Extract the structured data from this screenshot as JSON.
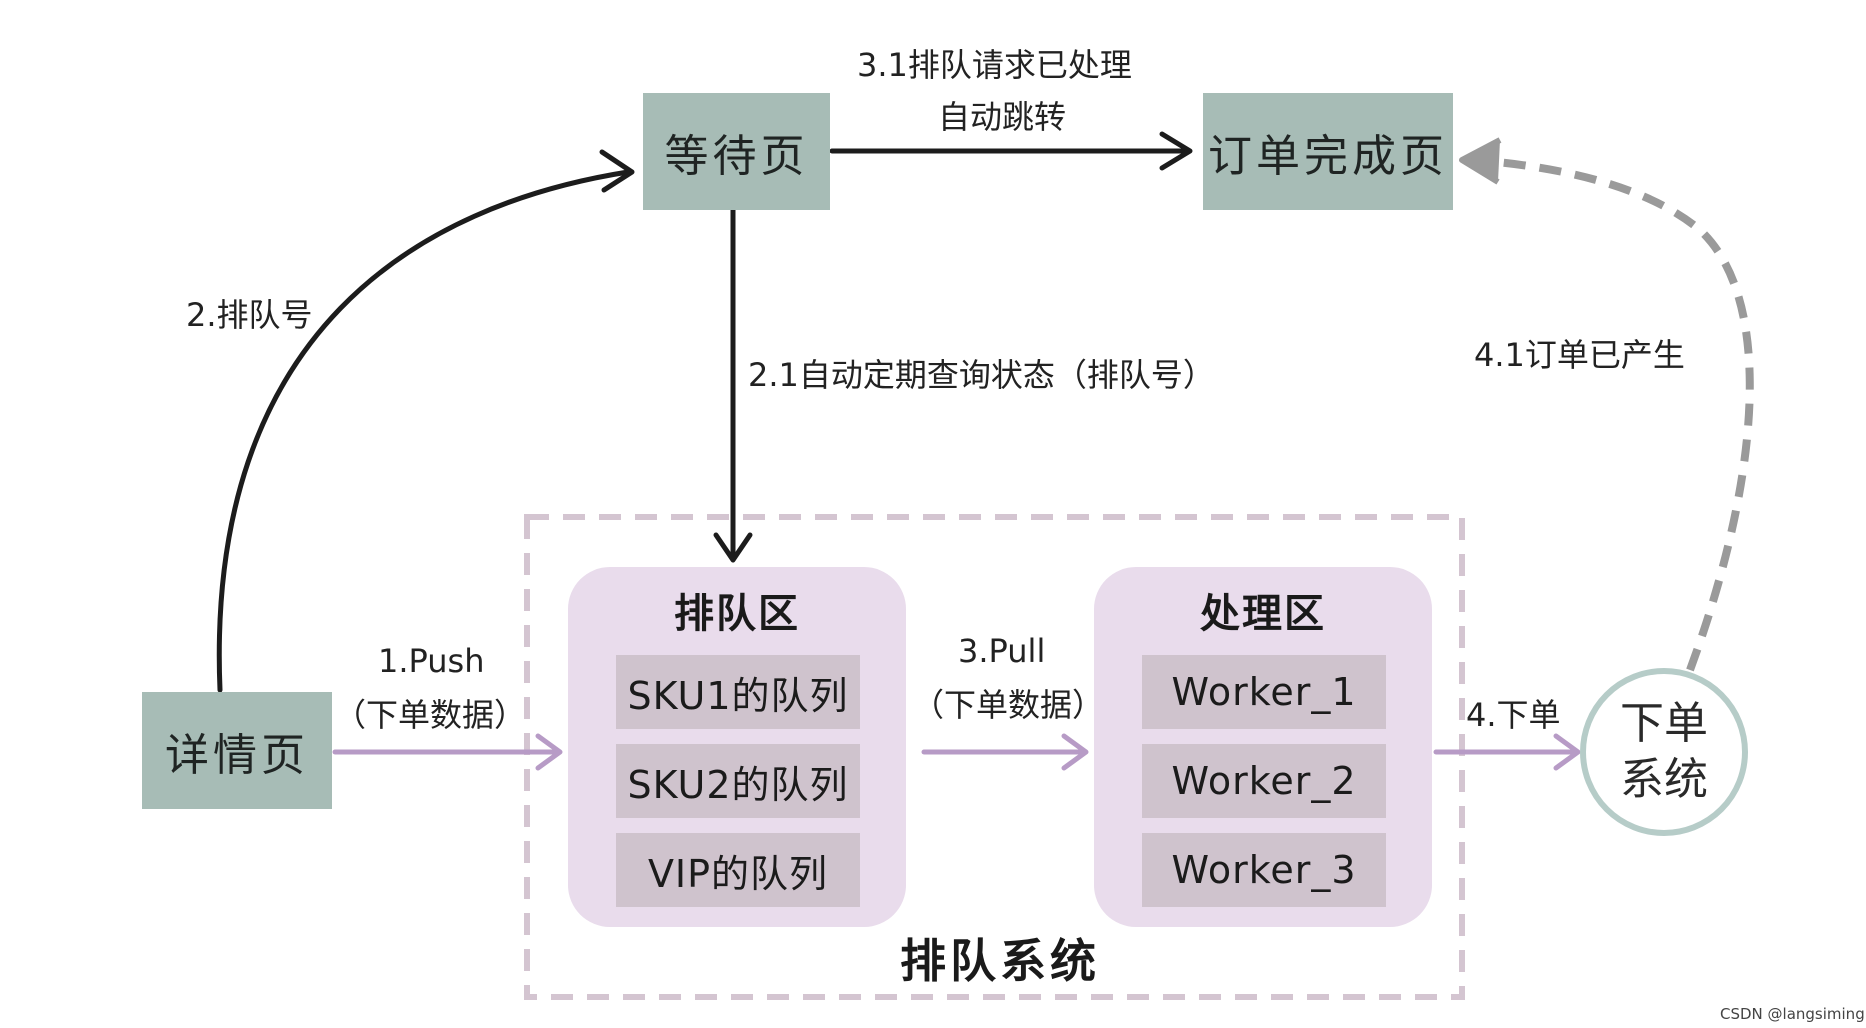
{
  "nodes": {
    "wait_page": "等待页",
    "order_done_page": "订单完成页",
    "detail_page": "详情页",
    "order_system_line1": "下单",
    "order_system_line2": "系统"
  },
  "queue_zone": {
    "title": "排队区",
    "items": [
      "SKU1的队列",
      "SKU2的队列",
      "VIP的队列"
    ]
  },
  "process_zone": {
    "title": "处理区",
    "items": [
      "Worker_1",
      "Worker_2",
      "Worker_3"
    ]
  },
  "system_title": "排队系统",
  "edges": {
    "e31_line1": "3.1排队请求已处理",
    "e31_line2": "自动跳转",
    "e2": "2.排队号",
    "e21": "2.1自动定期查询状态（排队号）",
    "e41": "4.1订单已产生",
    "e1_line1": "1.Push",
    "e1_line2": "（下单数据）",
    "e3_line1": "3.Pull",
    "e3_line2": "（下单数据）",
    "e4": "4.下单"
  },
  "credit": "CSDN @langsiming",
  "colors": {
    "page_box": "#a7bcb6",
    "zone_fill": "#e9dcec",
    "queue_item": "#cfc3cd",
    "push_arrow": "#b79bc6",
    "dashed_return": "#9a9a9a",
    "system_border": "#d4c5d1"
  }
}
